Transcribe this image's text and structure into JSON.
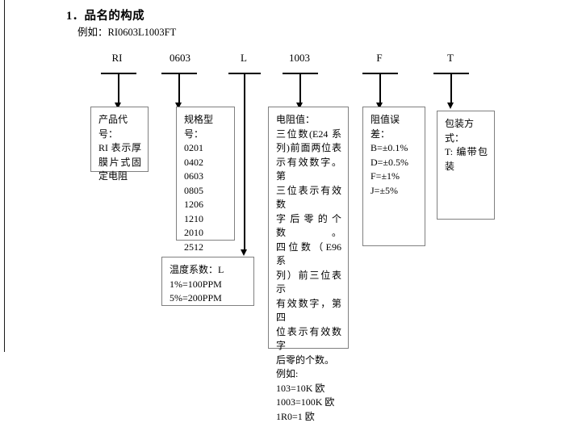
{
  "document": {
    "title": "1．品名的构成",
    "example_label": "例如：RI0603L1003FT"
  },
  "part_number_segments": [
    {
      "code": "RI",
      "name": "product-code"
    },
    {
      "code": "0603",
      "name": "size-code"
    },
    {
      "code": "L",
      "name": "temperature-coefficient-code"
    },
    {
      "code": "1003",
      "name": "resistance-value-code"
    },
    {
      "code": "F",
      "name": "tolerance-code"
    },
    {
      "code": "T",
      "name": "packaging-code"
    }
  ],
  "boxes": {
    "product_code": {
      "heading": "产品代号：",
      "lines": [
        "RI 表示厚",
        "膜片式固",
        "定电阻"
      ]
    },
    "size_code": {
      "heading": "规格型号：",
      "lines": [
        "0201",
        "0402",
        "0603",
        "0805",
        "1206",
        "1210",
        "2010",
        "2512"
      ]
    },
    "temperature_coefficient": {
      "heading": "温度系数：L",
      "lines": [
        "1%=100PPM",
        "5%=200PPM"
      ]
    },
    "resistance_value": {
      "heading": "电阻值：",
      "lines": [
        "三位数(E24 系",
        "列)前面两位表",
        "示有效数字。第",
        "三位表示有效数",
        "字后零的个数。",
        "四位数（E96 系",
        "列）前三位表示",
        "有效数字，第四",
        "位表示有效数字",
        "后零的个数。"
      ],
      "example_heading": "例如:",
      "examples": [
        "103=10K 欧",
        "1003=100K 欧",
        "1R0=1 欧"
      ]
    },
    "tolerance": {
      "heading": "阻值误差：",
      "lines": [
        "B=±0.1%",
        "D=±0.5%",
        "F=±1%",
        "J=±5%"
      ]
    },
    "packaging": {
      "heading": "包装方式：",
      "lines": [
        "T: 编带包",
        "装"
      ]
    }
  }
}
